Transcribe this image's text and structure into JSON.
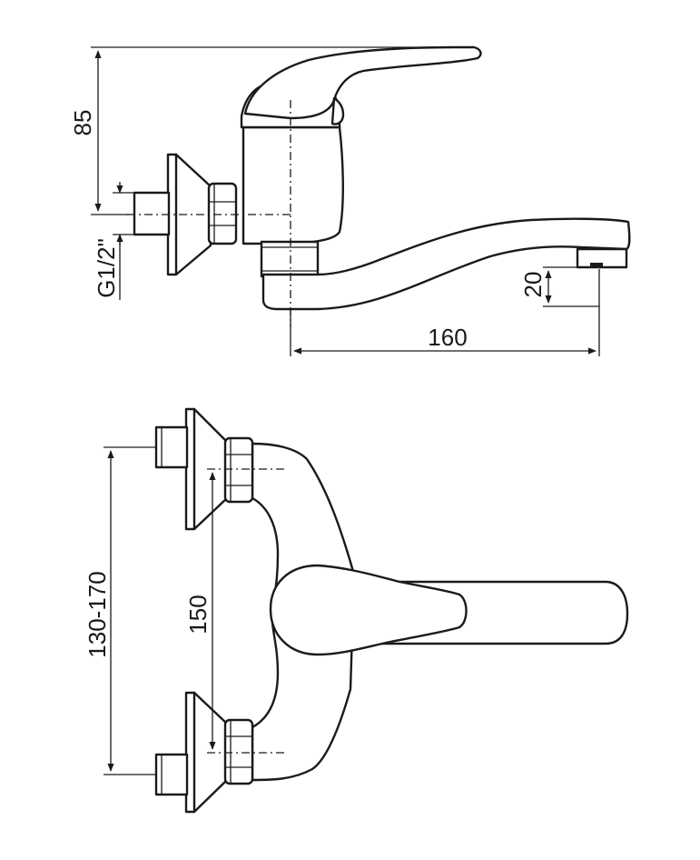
{
  "dimensions": {
    "height_total": "85",
    "thread": "G1/2\"",
    "outlet_drop": "20",
    "reach": "160",
    "connection_range": "130-170",
    "center_distance": "150"
  }
}
